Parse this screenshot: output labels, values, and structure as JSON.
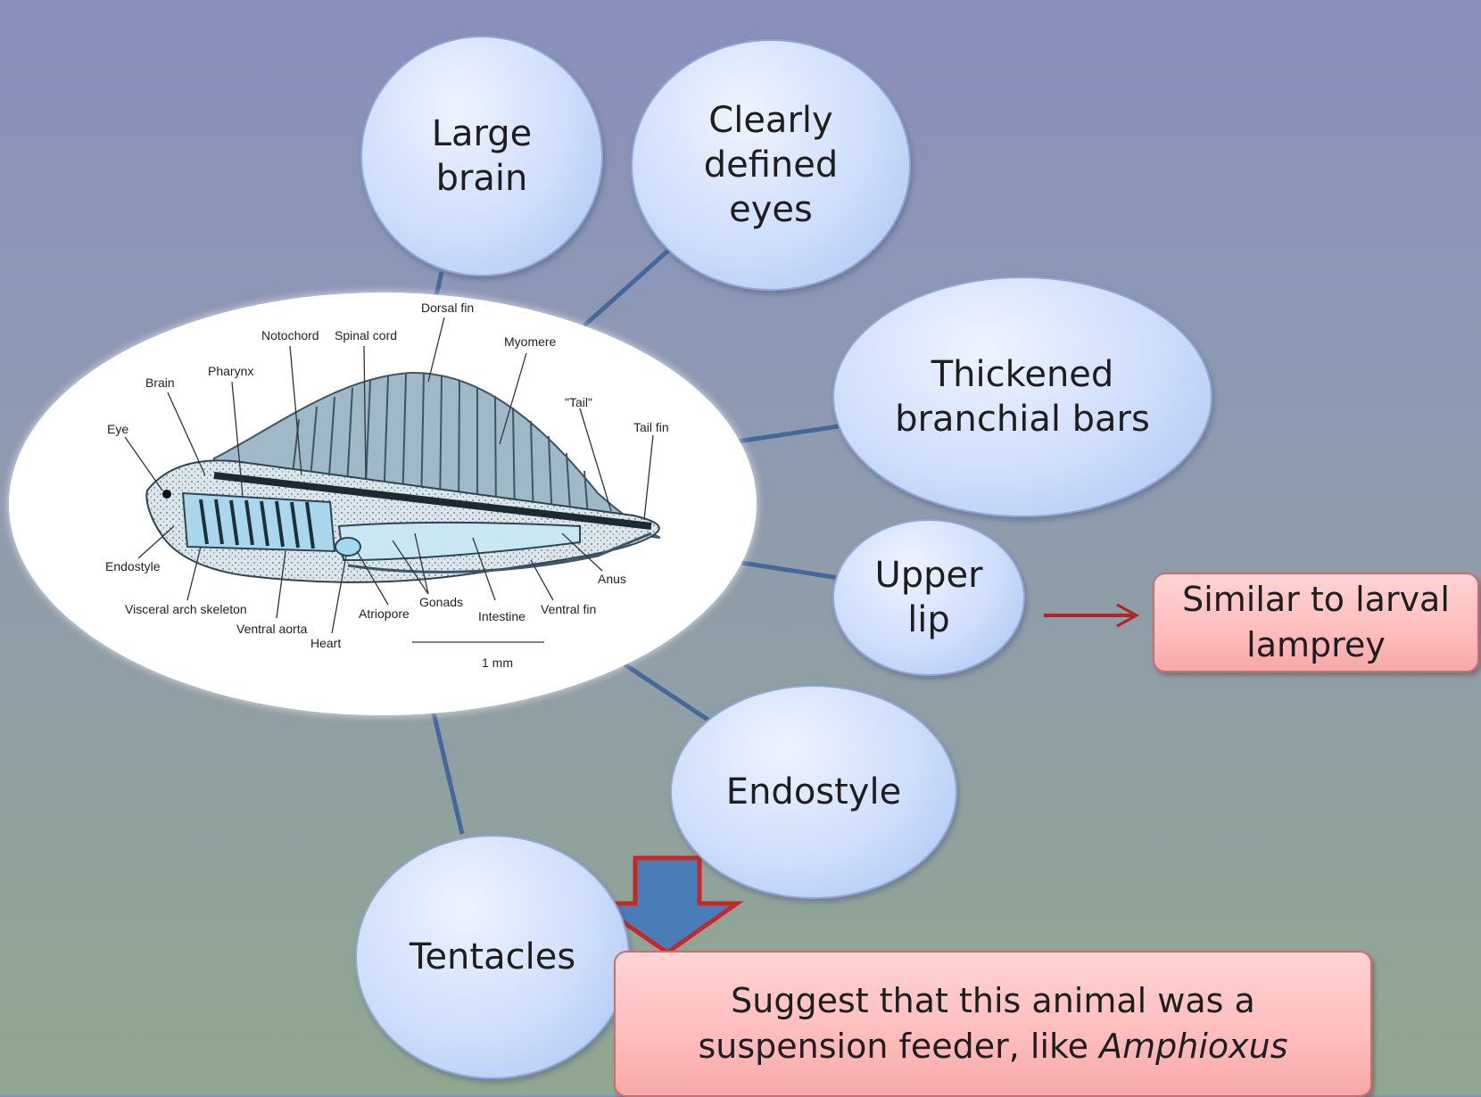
{
  "bubbles": {
    "large_brain": "Large\nbrain",
    "eyes": "Clearly\ndefined\neyes",
    "branchial": "Thickened\nbranchial bars",
    "upper_lip": "Upper\nlip",
    "endostyle": "Endostyle",
    "tentacles": "Tentacles"
  },
  "callouts": {
    "lamprey": {
      "line1": "Similar to larval",
      "line2": "lamprey"
    },
    "suspension": {
      "line1": "Suggest that this animal was a",
      "line2_prefix": "suspension feeder, like ",
      "line2_italic": "Amphioxus"
    }
  },
  "illustration_labels": {
    "dorsal_fin": "Dorsal fin",
    "notochord": "Notochord",
    "spinal_cord": "Spinal cord",
    "myomere": "Myomere",
    "brain": "Brain",
    "pharynx": "Pharynx",
    "tail": "\"Tail\"",
    "tail_fin": "Tail fin",
    "eye": "Eye",
    "endostyle": "Endostyle",
    "anus": "Anus",
    "visceral_arch": "Visceral arch skeleton",
    "ventral_aorta": "Ventral aorta",
    "heart": "Heart",
    "atriopore": "Atriopore",
    "gonads": "Gonads",
    "intestine": "Intestine",
    "ventral_fin": "Ventral fin",
    "scale": "1 mm"
  },
  "colors": {
    "connector": "#45679a",
    "red_arrow": "#b22424",
    "big_arrow_fill": "#4a7cb8",
    "big_arrow_stroke": "#c62828"
  }
}
